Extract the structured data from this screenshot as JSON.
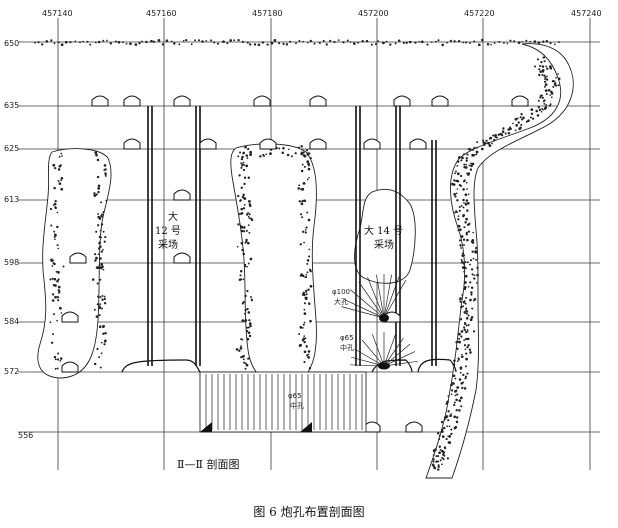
{
  "x_ticks": [
    "457140",
    "457160",
    "457180",
    "457200",
    "457220",
    "457240"
  ],
  "levels": [
    "650",
    "635",
    "625",
    "613",
    "598",
    "584",
    "572",
    "556"
  ],
  "labels": {
    "stope12_line1": "大",
    "stope12_line2": "12 号",
    "stope12_line3": "采场",
    "stope14_line1": "大 14 号",
    "stope14_line2": "采场",
    "hole_big_1": "φ100",
    "hole_big_2": "大孔",
    "hole_med_1": "φ65",
    "hole_med_2": "中孔",
    "hole_low_1": "φ65",
    "hole_low_2": "中孔"
  },
  "section_label": "Ⅱ—Ⅱ 剖面图",
  "caption": "图 6    炮孔布置剖面图"
}
